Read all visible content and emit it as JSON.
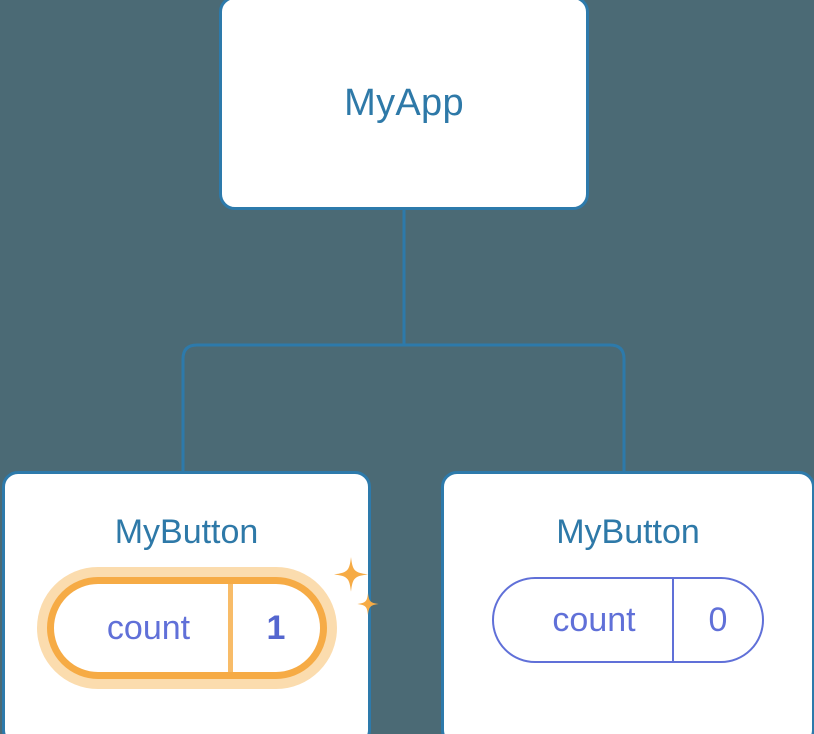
{
  "diagram": {
    "type": "component-tree",
    "background_color": "#4b6a75",
    "node_border_color": "#2d7aab",
    "node_title_color": "#2e79a8",
    "state_color": "#6070d8",
    "highlight_color": "#f6ab45",
    "highlight_glow_color": "#fbdcae",
    "connector_color": "#2d7aab"
  },
  "root": {
    "title": "MyApp"
  },
  "children": [
    {
      "title": "MyButton",
      "state": {
        "key": "count",
        "value": "1"
      },
      "highlighted": true,
      "sparkle_icon": "sparkles-icon"
    },
    {
      "title": "MyButton",
      "state": {
        "key": "count",
        "value": "0"
      },
      "highlighted": false
    }
  ]
}
